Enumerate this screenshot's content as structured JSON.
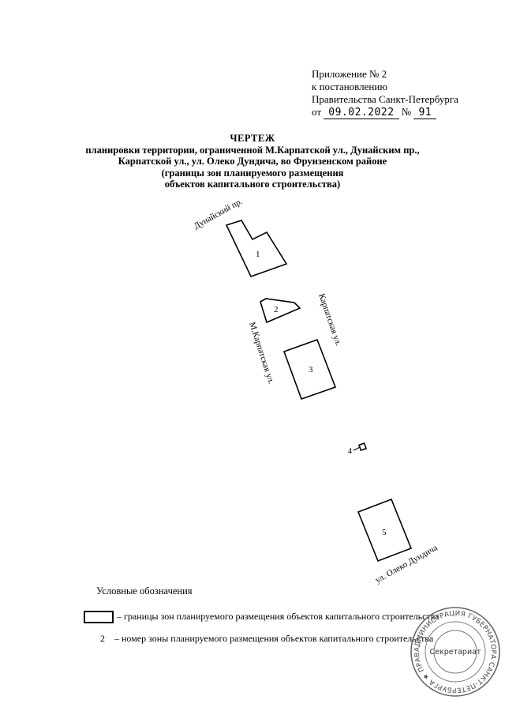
{
  "appendix": {
    "line1": "Приложение № 2",
    "line2": "к постановлению",
    "line3": "Правительства Санкт-Петербурга",
    "date_prefix": "от",
    "date": "09.02.2022",
    "num_prefix": "№",
    "number": "91"
  },
  "title": {
    "main": "ЧЕРТЕЖ",
    "line1": "планировки территории, ограниченной М.Карпатской ул., Дунайским пр.,",
    "line2": "Карпатской ул., ул. Олеко Дундича, во Фрунзенском районе",
    "line3": "(границы зон планируемого размещения",
    "line4": "объектов капитального строительства)"
  },
  "map": {
    "streets": {
      "dunaisky": "Дунайский пр.",
      "karpatskaya": "Карпатская ул.",
      "m_karpatskaya": "М.Карпатская ул.",
      "oleko": "ул. Олеко Дундича"
    },
    "zones": [
      "1",
      "2",
      "3",
      "4",
      "5"
    ]
  },
  "legend": {
    "heading": "Условные обозначения",
    "item1": "– границы зон планируемого размещения объектов капитального строительства",
    "item2_num": "2",
    "item2": "– номер зоны планируемого размещения объектов капитального строительства"
  },
  "seal": {
    "center": "Секретариат",
    "ring": "АДМИНИСТРАЦИЯ ГУБЕРНАТОРА САНКТ-ПЕТЕРБУРГА ★ ПРАВИТЕЛЬСТВО САНКТ-ПЕТЕРБУРГА ★"
  }
}
